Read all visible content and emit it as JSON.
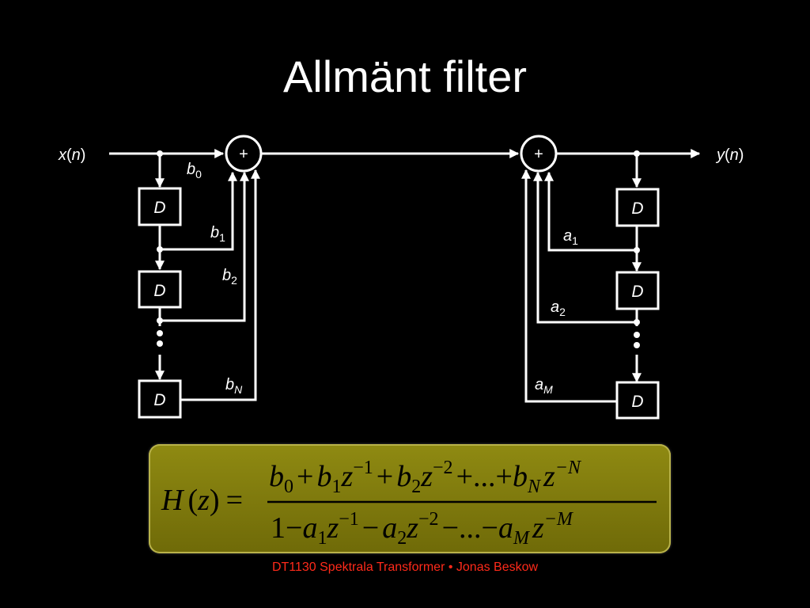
{
  "slide": {
    "title": "Allmänt filter",
    "footer": "DT1130 Spektrala Transformer  • Jonas Beskow"
  },
  "colors": {
    "background": "#000000",
    "foreground": "#ffffff",
    "formula_box": "#8a8511",
    "footer_text": "#ff2a1a"
  },
  "diagram": {
    "input": {
      "base": "x",
      "paren_open": "(",
      "arg": "n",
      "paren_close": ")"
    },
    "output": {
      "base": "y",
      "paren_open": "(",
      "arg": "n",
      "paren_close": ")"
    },
    "sum_symbol": "+",
    "delay_label": "D",
    "forward_coeffs": [
      {
        "base": "b",
        "sub": "0"
      },
      {
        "base": "b",
        "sub": "1"
      },
      {
        "base": "b",
        "sub": "2"
      },
      {
        "base": "b",
        "sub": "N"
      }
    ],
    "feedback_coeffs": [
      {
        "base": "a",
        "sub": "1"
      },
      {
        "base": "a",
        "sub": "2"
      },
      {
        "base": "a",
        "sub": "M"
      }
    ]
  },
  "formula": {
    "lhs": {
      "H": "H",
      "open": "(",
      "z": "z",
      "close": ")",
      "eq": "="
    },
    "numerator": {
      "b0": "b",
      "b0_sub": "0",
      "p1": "+",
      "b1": "b",
      "b1_sub": "1",
      "z1": "z",
      "e1": "−1",
      "p2": "+",
      "b2": "b",
      "b2_sub": "2",
      "z2": "z",
      "e2": "−2",
      "p3": "+",
      "dots": "...",
      "p4": "+",
      "bN": "b",
      "bN_sub": "N",
      "zN": "z",
      "eN": "−N"
    },
    "denominator": {
      "one": "1",
      "m1": "−",
      "a1": "a",
      "a1_sub": "1",
      "z1": "z",
      "e1": "−1",
      "m2": "−",
      "a2": "a",
      "a2_sub": "2",
      "z2": "z",
      "e2": "−2",
      "m3": "−",
      "dots": "...",
      "m4": "−",
      "aM": "a",
      "aM_sub": "M",
      "zM": "z",
      "eM": "−M"
    }
  }
}
